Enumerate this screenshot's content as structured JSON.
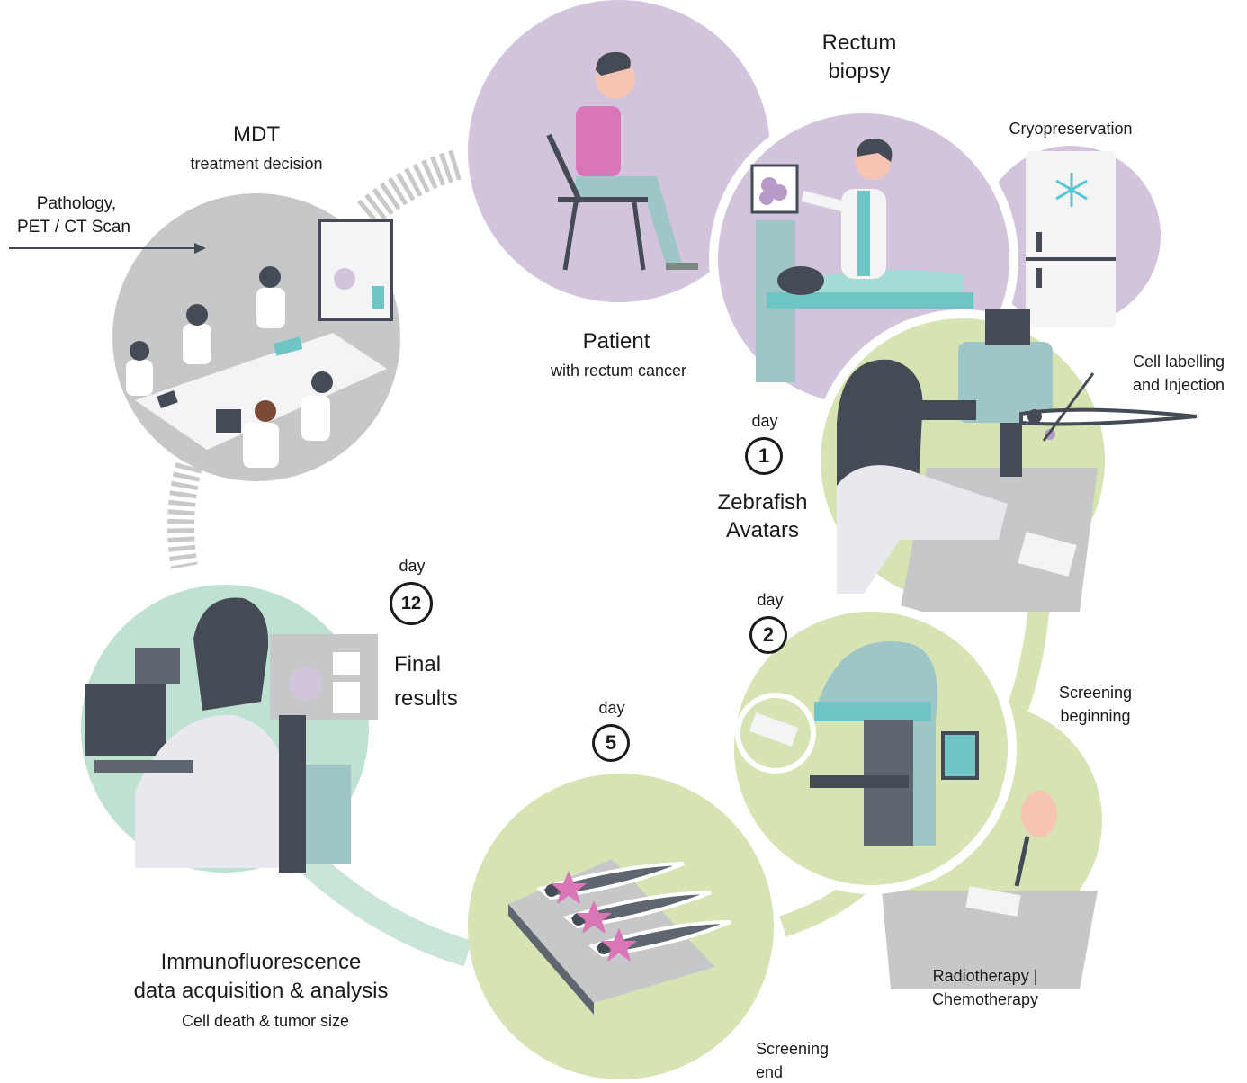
{
  "colors": {
    "lilac": "#d2c4dc",
    "green": "#d6e4b4",
    "mint": "#bfe1d1",
    "gray": "#c6c7c9",
    "dark": "#444b55",
    "teal": "#6fc5c4",
    "pink": "#d977b6",
    "arc_gray": "#c8c9cb",
    "arc_green": "#d6e4b4",
    "arc_mint": "#c9e5d8"
  },
  "labels": {
    "mdt_title": "MDT",
    "mdt_sub": "treatment decision",
    "input_line1": "Pathology,",
    "input_line2": "PET / CT Scan",
    "patient_title": "Patient",
    "patient_sub": "with rectum cancer",
    "biopsy_line1": "Rectum",
    "biopsy_line2": "biopsy",
    "cryo": "Cryopreservation",
    "cell_line1": "Cell labelling",
    "cell_line2": "and Injection",
    "zebrafish_line1": "Zebrafish",
    "zebrafish_line2": "Avatars",
    "screening_begin_line1": "Screening",
    "screening_begin_line2": "beginning",
    "therapy_line1": "Radiotherapy |",
    "therapy_line2": "Chemotherapy",
    "screening_end_line1": "Screening",
    "screening_end_line2": "end",
    "final_line1": "Final",
    "final_line2": "results",
    "immuno_line1": "Immunofluorescence",
    "immuno_line2": "data acquisition & analysis",
    "immuno_sub": "Cell death & tumor size"
  },
  "days": {
    "word": "day",
    "d1": "1",
    "d2": "2",
    "d5": "5",
    "d12": "12"
  },
  "icons": {
    "snowflake": "snowflake-icon",
    "arrow": "right-arrow-icon"
  }
}
